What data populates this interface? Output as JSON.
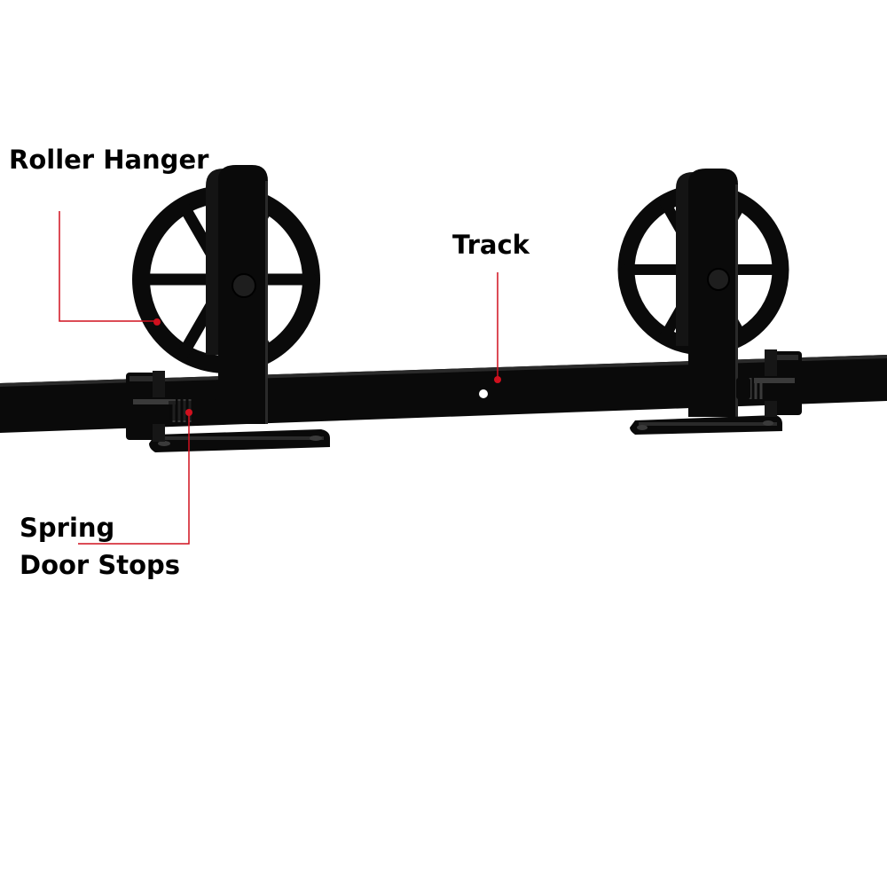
{
  "labels": {
    "roller_hanger": "Roller Hanger",
    "track": "Track",
    "spring_line1": "Spring",
    "spring_line2": "Door Stops"
  },
  "colors": {
    "background": "#ffffff",
    "hardware": "#0a0a0a",
    "hardware_highlight": "#2a2a2a",
    "leader_line": "#d0101e",
    "label_text": "#000000"
  }
}
